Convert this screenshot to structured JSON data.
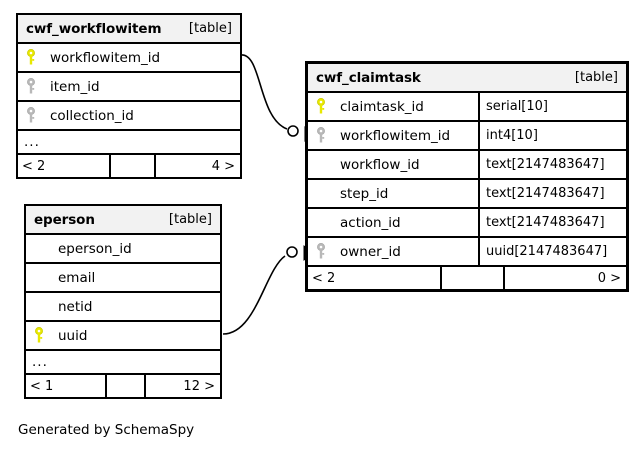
{
  "diagram": {
    "caption": "Generated by SchemaSpy",
    "table_tag": "[table]",
    "ellipsis": "...",
    "key_icon_primary": "key-icon-primary",
    "key_icon_foreign": "key-icon-foreign",
    "colors": {
      "primary_key": "#e8e800",
      "foreign_key": "#b3b3b3",
      "header_bg": "#f2f2f2",
      "border": "#000000",
      "background": "#ffffff"
    }
  },
  "tables": [
    {
      "id": "cwf_workflowitem",
      "name": "cwf_workflowitem",
      "tag": "[table]",
      "focal": false,
      "has_type_column": false,
      "has_ellipsis": true,
      "columns": [
        {
          "name": "workflowitem_id",
          "key": "primary",
          "type": ""
        },
        {
          "name": "item_id",
          "key": "foreign",
          "type": ""
        },
        {
          "name": "collection_id",
          "key": "foreign",
          "type": ""
        }
      ],
      "footer": {
        "left": "< 2",
        "middle": "",
        "right": "4 >"
      }
    },
    {
      "id": "eperson",
      "name": "eperson",
      "tag": "[table]",
      "focal": false,
      "has_type_column": false,
      "has_ellipsis": true,
      "columns": [
        {
          "name": "eperson_id",
          "key": "none",
          "type": ""
        },
        {
          "name": "email",
          "key": "none",
          "type": ""
        },
        {
          "name": "netid",
          "key": "none",
          "type": ""
        },
        {
          "name": "uuid",
          "key": "primary",
          "type": ""
        }
      ],
      "footer": {
        "left": "< 1",
        "middle": "",
        "right": "12 >"
      }
    },
    {
      "id": "cwf_claimtask",
      "name": "cwf_claimtask",
      "tag": "[table]",
      "focal": true,
      "has_type_column": true,
      "has_ellipsis": false,
      "columns": [
        {
          "name": "claimtask_id",
          "key": "primary",
          "type": "serial[10]"
        },
        {
          "name": "workflowitem_id",
          "key": "foreign",
          "type": "int4[10]"
        },
        {
          "name": "workflow_id",
          "key": "none",
          "type": "text[2147483647]"
        },
        {
          "name": "step_id",
          "key": "none",
          "type": "text[2147483647]"
        },
        {
          "name": "action_id",
          "key": "none",
          "type": "text[2147483647]"
        },
        {
          "name": "owner_id",
          "key": "foreign",
          "type": "uuid[2147483647]"
        }
      ],
      "footer": {
        "left": "< 2",
        "middle": "",
        "right": "0 >"
      }
    }
  ],
  "relationships": [
    {
      "id": "rel-workflowitem-claimtask",
      "from_table": "cwf_workflowitem",
      "from_column": "workflowitem_id",
      "to_table": "cwf_claimtask",
      "to_column": "workflowitem_id",
      "start_marker": "none",
      "end_marker": "arrow-with-circle"
    },
    {
      "id": "rel-eperson-claimtask",
      "from_table": "eperson",
      "from_column": "uuid",
      "to_table": "cwf_claimtask",
      "to_column": "owner_id",
      "start_marker": "none",
      "end_marker": "arrow-with-circle"
    }
  ]
}
